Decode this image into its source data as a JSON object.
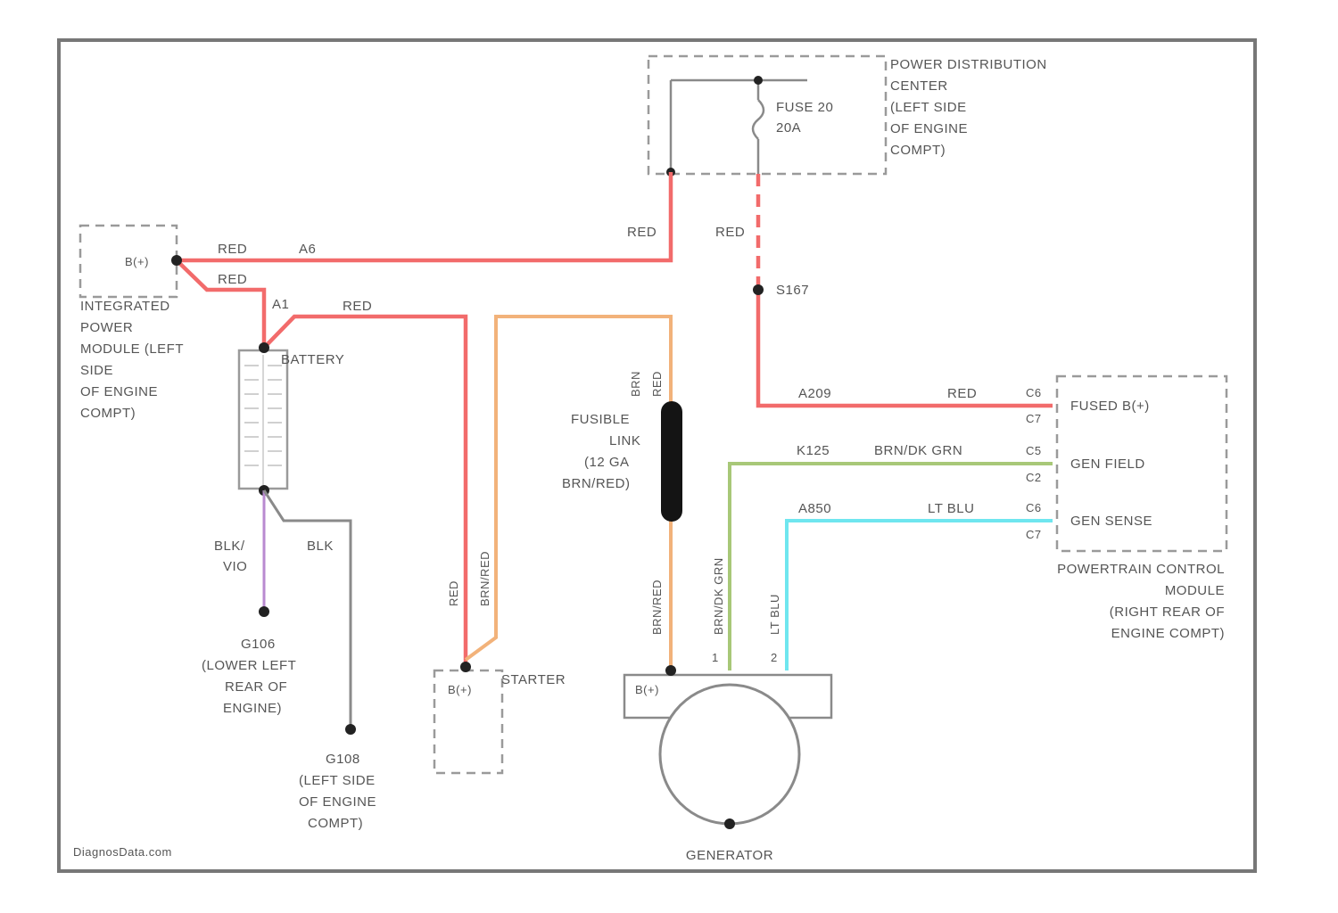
{
  "colors": {
    "red_wire": "#f26b6b",
    "orange_wire": "#f2b27a",
    "green_wire": "#a8c878",
    "blue_wire": "#6fe6ef",
    "purple_wire": "#b98ad0",
    "gray_wire": "#8a8a8a",
    "black": "#222222",
    "border": "#777777"
  },
  "pdc": {
    "title": [
      "POWER DISTRIBUTION",
      "CENTER",
      "(LEFT SIDE",
      "OF ENGINE",
      "COMPT)"
    ],
    "fuse_label": [
      "FUSE 20",
      "20A"
    ]
  },
  "ipm": {
    "connector": "B(+)",
    "title": [
      "INTEGRATED",
      "POWER",
      "MODULE (LEFT",
      "SIDE",
      "OF ENGINE",
      "COMPT)"
    ]
  },
  "wires": {
    "red_a6": "RED",
    "a6": "A6",
    "red_a1": "RED",
    "a1": "A1",
    "red_battery_starter": "RED",
    "red_pdc": "RED",
    "red_fuse_out": "RED",
    "splice": "S167",
    "a209": "A209",
    "a209_color": "RED",
    "k125": "K125",
    "k125_color": "BRN/DK GRN",
    "k850": "A850",
    "k850_color": "LT BLU",
    "fusible_top_color": [
      "BRN",
      "RED"
    ],
    "fusible_bottom_color": "BRN/RED",
    "starter_red": "RED",
    "starter_brn": "BRN/RED",
    "gen_brn_grn": "BRN/DK GRN",
    "gen_lt_blu": "LT BLU",
    "blk_vio": [
      "BLK/",
      "VIO"
    ],
    "blk": "BLK"
  },
  "battery": {
    "label": "BATTERY"
  },
  "fusible_link": {
    "label": [
      "FUSIBLE",
      "LINK",
      "(12 GA",
      "BRN/RED)"
    ]
  },
  "pcm": {
    "pins": {
      "p1_top": "C6",
      "p1_bot": "C7",
      "p2_top": "C5",
      "p2_bot": "C2",
      "p3_top": "C6",
      "p3_bot": "C7"
    },
    "fused_b": "FUSED B(+)",
    "gen_field": "GEN FIELD",
    "gen_sense": "GEN SENSE",
    "title": [
      "POWERTRAIN CONTROL",
      "MODULE",
      "(RIGHT REAR OF",
      "ENGINE COMPT)"
    ]
  },
  "grounds": {
    "g106": {
      "id": "G106",
      "desc": [
        "(LOWER LEFT",
        "REAR OF",
        "ENGINE)"
      ]
    },
    "g108": {
      "id": "G108",
      "desc": [
        "(LEFT SIDE",
        "OF ENGINE",
        "COMPT)"
      ]
    }
  },
  "starter": {
    "connector": "B(+)",
    "label": "STARTER"
  },
  "generator": {
    "connector": "B(+)",
    "pin1": "1",
    "pin2": "2",
    "label": "GENERATOR"
  },
  "watermark": "DiagnosData.com"
}
